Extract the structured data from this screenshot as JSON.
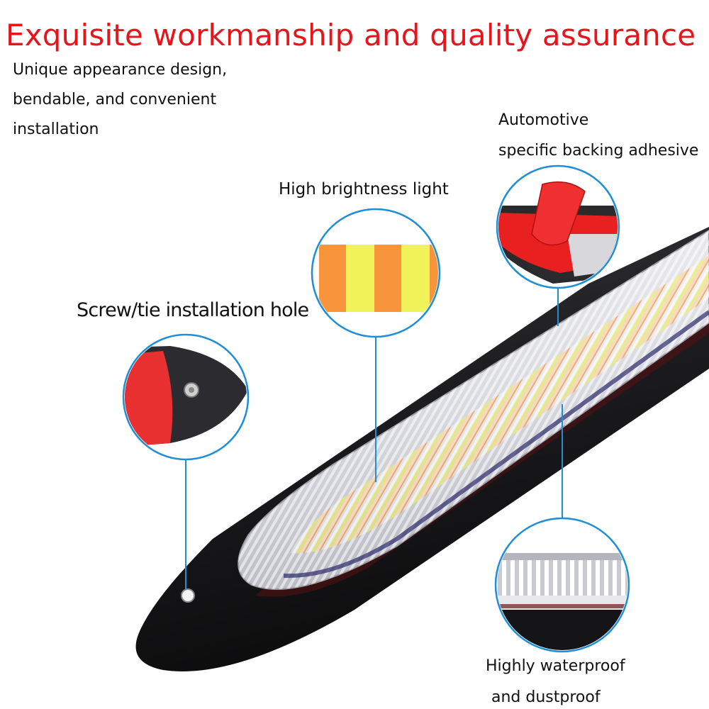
{
  "headline": "Exquisite workmanship and quality assurance",
  "intro": {
    "lines": [
      "Unique appearance design,",
      "bendable, and convenient",
      "installation"
    ]
  },
  "callouts": {
    "adhesive": {
      "line1": "Automotive",
      "line2": "specific backing adhesive"
    },
    "brightness": {
      "text": "High brightness light"
    },
    "screw_hole": {
      "text": "Screw/tie installation hole"
    },
    "waterproof": {
      "line1": "Highly waterproof",
      "line2": "and dustproof"
    }
  },
  "colors": {
    "headline": "#e8141c",
    "callout_ring": "#1e8fd6",
    "adhesive_red": "#e82020",
    "led_amber": "#f7943c",
    "led_yellow": "#f2f25a",
    "housing": "#1f1f22"
  }
}
